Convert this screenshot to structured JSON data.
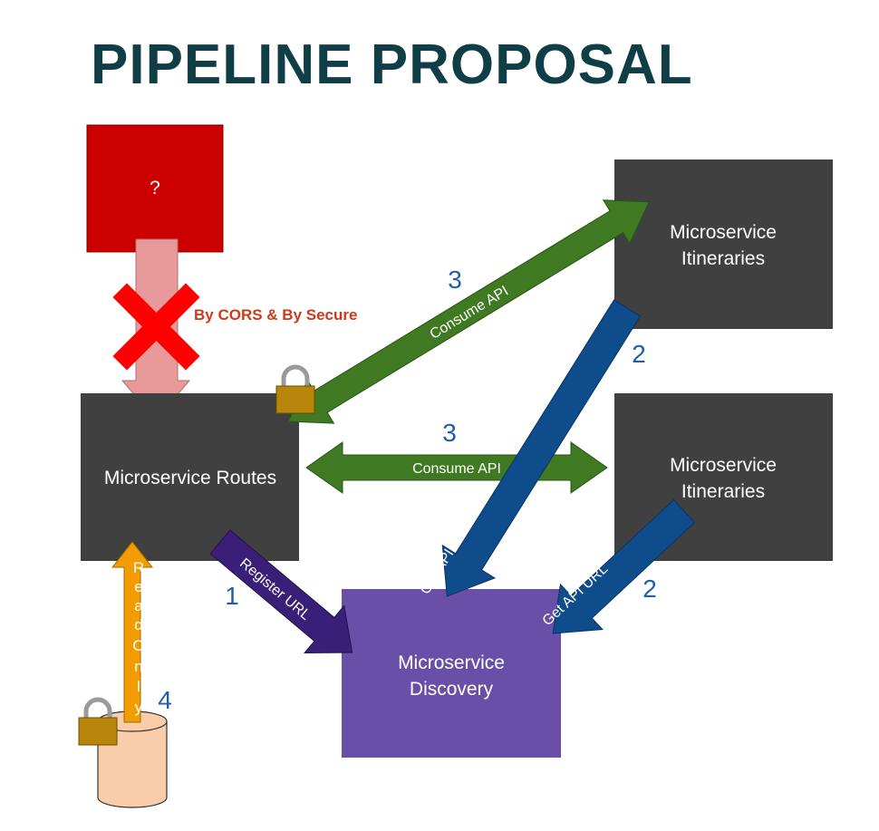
{
  "title": "PIPELINE PROPOSAL",
  "unknown_box": {
    "label": "?",
    "color": "#cc0000"
  },
  "routes": {
    "line1": "Microservice Routes",
    "color": "#404040"
  },
  "itineraries_top": {
    "line1": "Microservice",
    "line2": "Itineraries",
    "color": "#404040"
  },
  "itineraries_bottom": {
    "line1": "Microservice",
    "line2": "Itineraries",
    "color": "#404040"
  },
  "discovery": {
    "line1": "Microservice",
    "line2": "Discovery",
    "color": "#6a4fa8"
  },
  "blocked": {
    "label": "By CORS & By Secure",
    "color": "#cc3a1b"
  },
  "arrows": {
    "consume_top": {
      "label": "Consume API",
      "number": "3"
    },
    "consume_mid": {
      "label": "Consume API",
      "number": "3"
    },
    "get_url_top": {
      "label": "Get API URL",
      "number": "2"
    },
    "get_url_bottom": {
      "label": "Get API URL",
      "number": "2"
    },
    "register": {
      "label": "Register URL",
      "number": "1"
    },
    "readonly": {
      "letters": [
        "R",
        "e",
        "a",
        "d",
        "O",
        "n",
        "l",
        "y"
      ],
      "number": "4"
    }
  },
  "colors": {
    "green": "#3f7a22",
    "blue": "#0f4c8c",
    "purple": "#3a1f78",
    "orange": "#f39c00",
    "pink": "#e89a9a",
    "db": "#f9ccaa",
    "lock": "#b8860b"
  }
}
